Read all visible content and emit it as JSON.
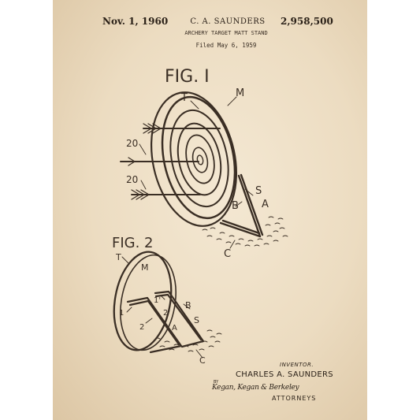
{
  "header": {
    "date": "Nov. 1, 1960",
    "inventor": "C. A. SAUNDERS",
    "patent_number": "2,958,500",
    "title": "ARCHERY TARGET MATT STAND",
    "filed": "Filed May 6, 1959"
  },
  "fig1": {
    "caption": "FIG. I",
    "labels": {
      "T": "T",
      "M": "M",
      "S": "S",
      "A": "A",
      "B": "B",
      "C": "C",
      "arrow_top": "20",
      "arrow_bottom": "20"
    }
  },
  "fig2": {
    "caption": "FIG. 2",
    "labels": {
      "T": "T",
      "M": "M",
      "one_a": "1",
      "one_b": "1'",
      "two_a": "2",
      "two_b": "2'",
      "B": "B",
      "S": "S",
      "A": "A",
      "C": "C"
    }
  },
  "signature": {
    "role": "INVENTOR.",
    "name": "CHARLES A. SAUNDERS",
    "by": "BY",
    "firm": "Kegan, Kegan & Berkeley",
    "attorneys": "ATTORNEYS"
  },
  "colors": {
    "paper": "#ecdcc1",
    "ink": "#3a2e24"
  }
}
